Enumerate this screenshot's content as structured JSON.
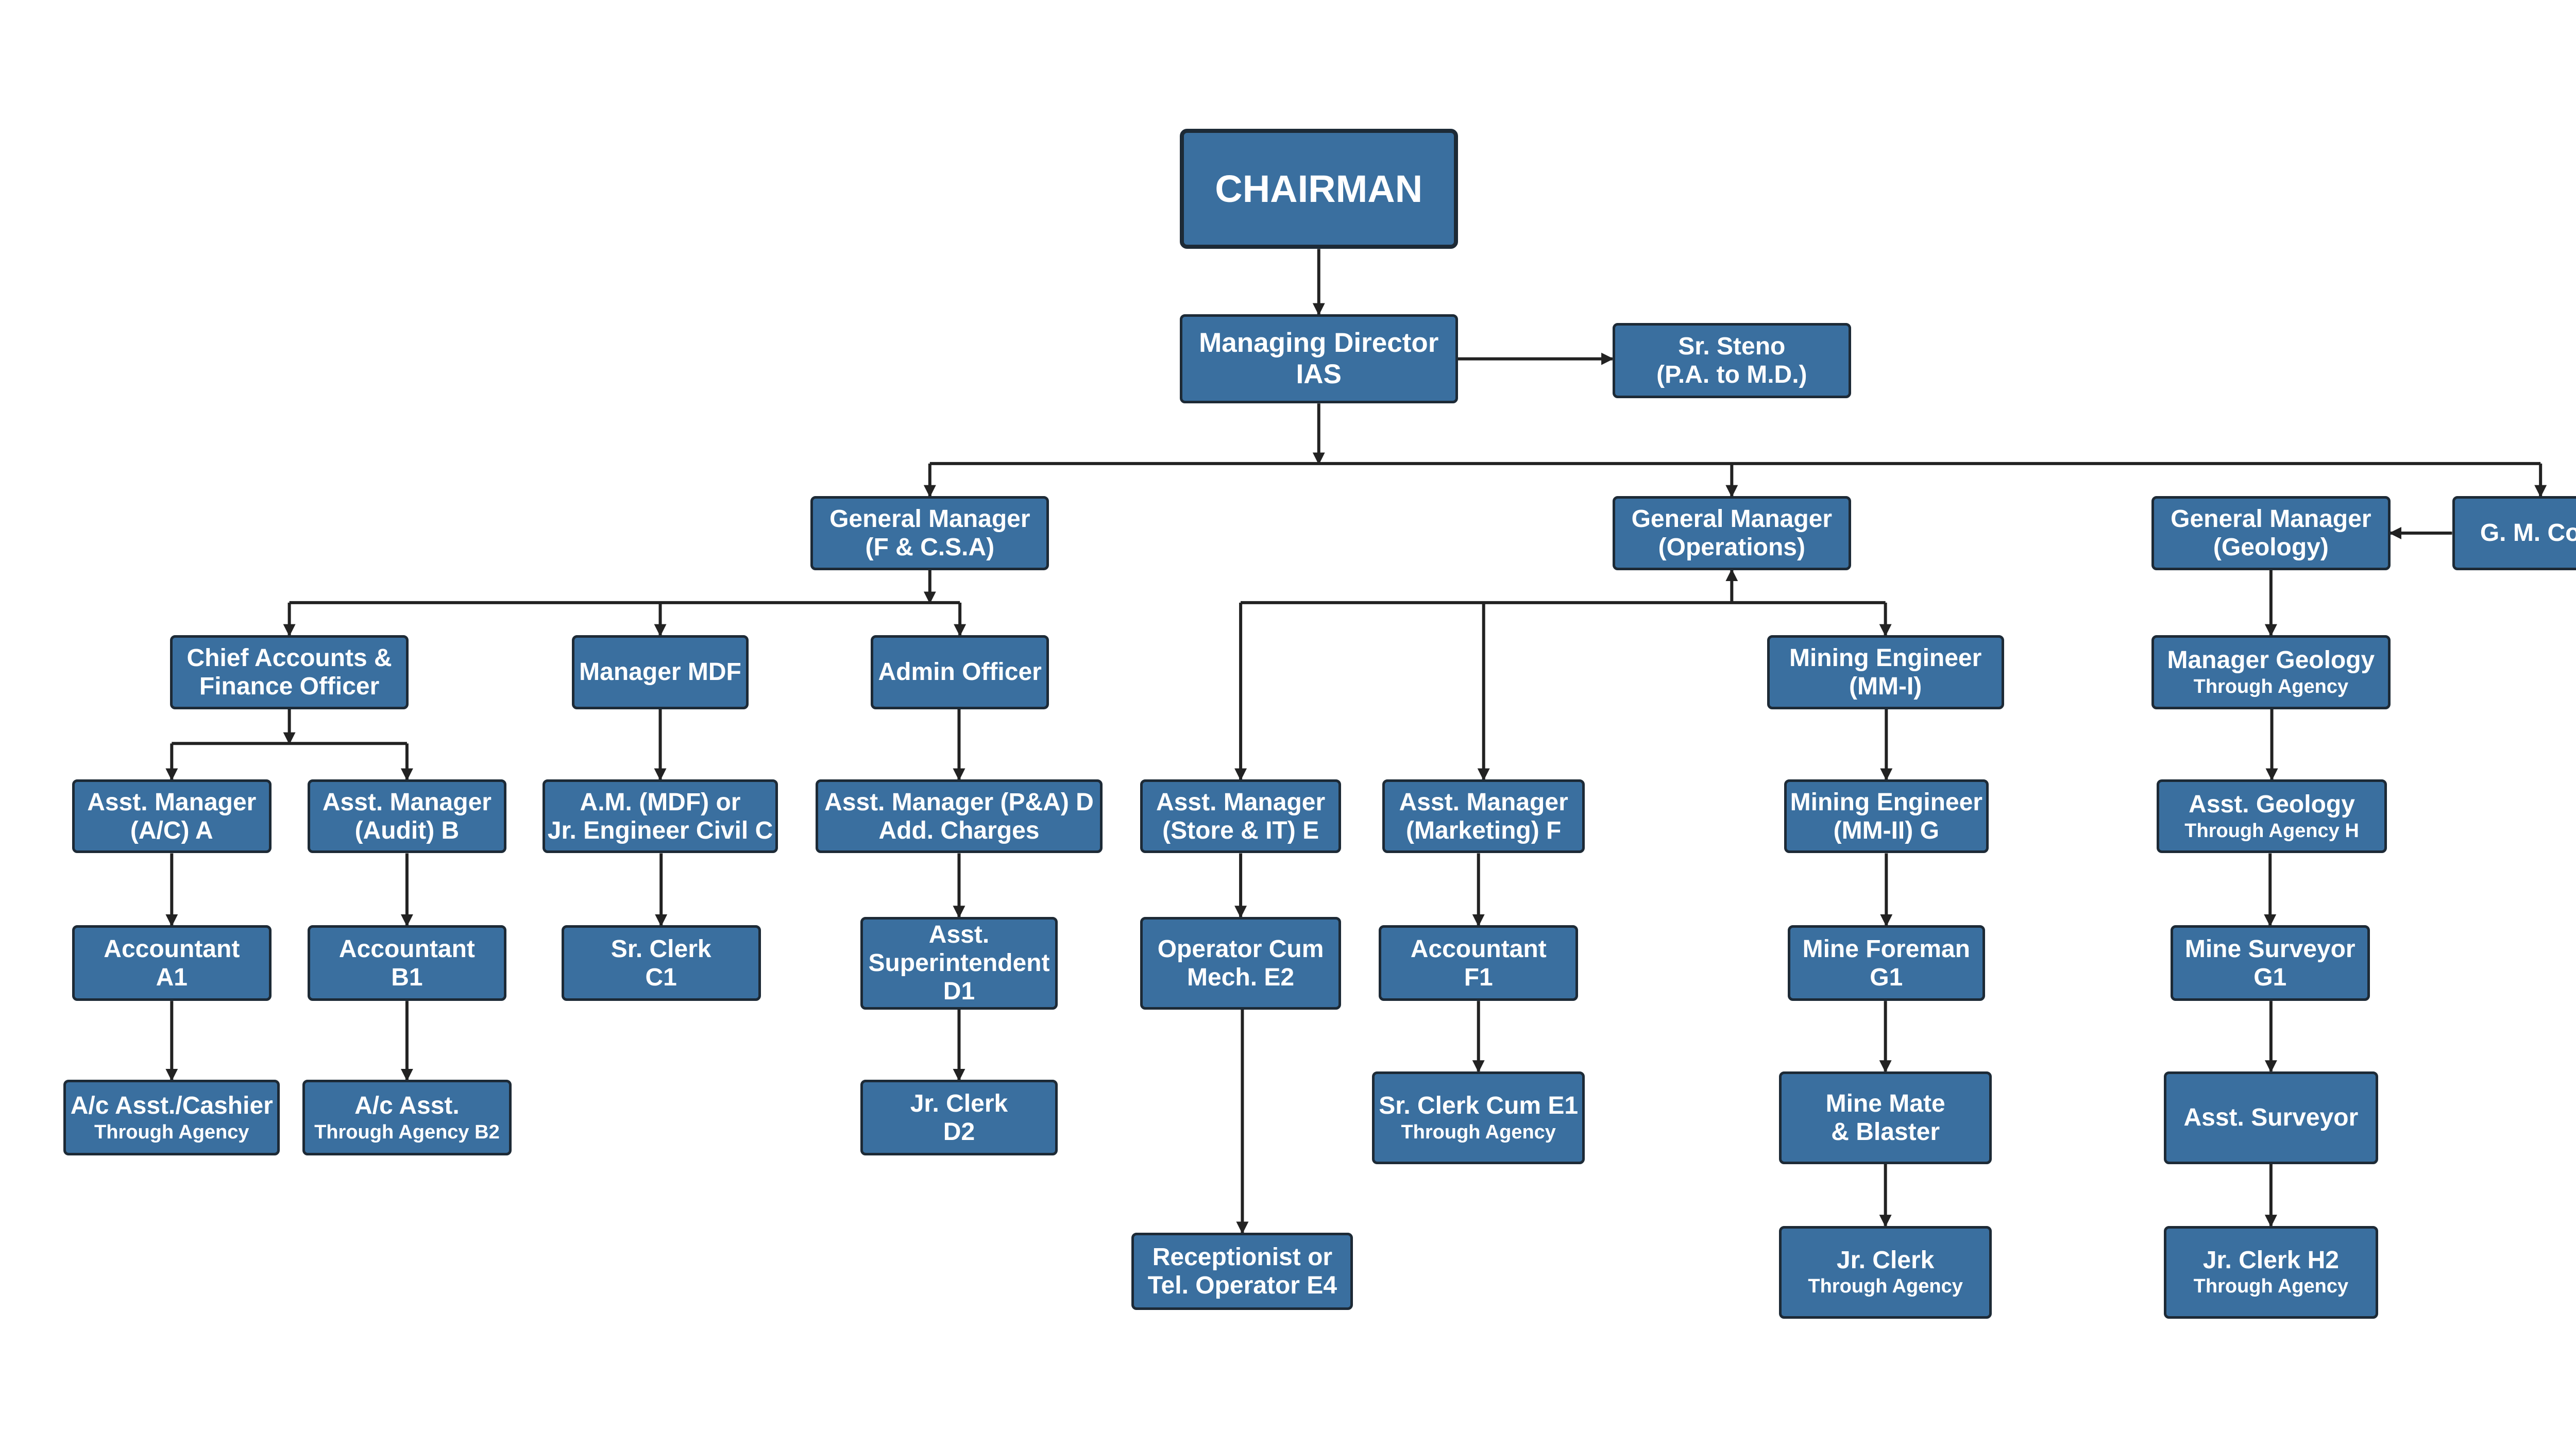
{
  "nodes": {
    "chairman": {
      "lines": [
        "CHAIRMAN"
      ]
    },
    "md": {
      "lines": [
        "Managing Director",
        "IAS"
      ]
    },
    "steno": {
      "lines": [
        "Sr. Steno",
        "(P.A. to M.D.)"
      ]
    },
    "gm_fcsa": {
      "lines": [
        "General Manager",
        "(F & C.S.A)"
      ]
    },
    "gm_ops": {
      "lines": [
        "General Manager",
        "(Operations)"
      ]
    },
    "gm_geo": {
      "lines": [
        "General Manager",
        "(Geology)"
      ]
    },
    "gm_coal": {
      "lines": [
        "G. M. Coal"
      ]
    },
    "cafo": {
      "lines": [
        "Chief Accounts &",
        "Finance Officer"
      ]
    },
    "mgr_mdf": {
      "lines": [
        "Manager MDF"
      ]
    },
    "admin": {
      "lines": [
        "Admin Officer"
      ]
    },
    "am_ac": {
      "lines": [
        "Asst. Manager",
        "(A/C) A"
      ]
    },
    "am_audit": {
      "lines": [
        "Asst. Manager",
        "(Audit) B"
      ]
    },
    "am_mdf": {
      "lines": [
        "A.M. (MDF) or",
        "Jr. Engineer Civil C"
      ]
    },
    "am_pa": {
      "lines": [
        "Asst. Manager (P&A) D",
        "Add. Charges"
      ]
    },
    "acc_a1": {
      "lines": [
        "Accountant",
        "A1"
      ]
    },
    "acc_b1": {
      "lines": [
        "Accountant",
        "B1"
      ]
    },
    "srclerk_c1": {
      "lines": [
        "Sr. Clerk",
        "C1"
      ]
    },
    "asst_supt": {
      "lines": [
        "Asst.",
        "Superintendent",
        "D1"
      ]
    },
    "ac_cashier": {
      "lines": [
        "A/c Asst./Cashier"
      ],
      "sub": "Through Agency"
    },
    "ac_asst": {
      "lines": [
        "A/c Asst."
      ],
      "sub": "Through Agency B2"
    },
    "jrclerk_d2": {
      "lines": [
        "Jr. Clerk",
        "D2"
      ]
    },
    "am_store": {
      "lines": [
        "Asst. Manager",
        "(Store & IT) E"
      ]
    },
    "am_mkt": {
      "lines": [
        "Asst. Manager",
        "(Marketing) F"
      ]
    },
    "me1": {
      "lines": [
        "Mining Engineer",
        "(MM-I)"
      ]
    },
    "me2": {
      "lines": [
        "Mining Engineer",
        "(MM-II) G"
      ]
    },
    "op_mech": {
      "lines": [
        "Operator Cum",
        "Mech. E2"
      ]
    },
    "acc_f1": {
      "lines": [
        "Accountant",
        "F1"
      ]
    },
    "mine_foreman": {
      "lines": [
        "Mine Foreman",
        "G1"
      ]
    },
    "srclerk_e1": {
      "lines": [
        "Sr. Clerk Cum E1"
      ],
      "sub": "Through Agency"
    },
    "mine_mate": {
      "lines": [
        "Mine Mate",
        "& Blaster"
      ]
    },
    "receptionist": {
      "lines": [
        "Receptionist or",
        "Tel. Operator E4"
      ]
    },
    "jrclerk_g": {
      "lines": [
        "Jr. Clerk"
      ],
      "sub": "Through Agency"
    },
    "mgr_geo": {
      "lines": [
        "Manager Geology"
      ],
      "sub": "Through Agency"
    },
    "asst_geo": {
      "lines": [
        "Asst. Geology"
      ],
      "sub": "Through Agency H"
    },
    "mine_surveyor": {
      "lines": [
        "Mine Surveyor",
        "G1"
      ]
    },
    "asst_surveyor": {
      "lines": [
        "Asst. Surveyor"
      ]
    },
    "jrclerk_h2": {
      "lines": [
        "Jr. Clerk H2"
      ],
      "sub": "Through Agency"
    }
  },
  "edges": [
    [
      "chairman",
      "md"
    ],
    [
      "md",
      "steno"
    ],
    [
      "md",
      "gm_fcsa"
    ],
    [
      "md",
      "gm_ops"
    ],
    [
      "md",
      "gm_coal"
    ],
    [
      "gm_coal",
      "gm_geo"
    ],
    [
      "gm_fcsa",
      "cafo"
    ],
    [
      "gm_fcsa",
      "mgr_mdf"
    ],
    [
      "gm_fcsa",
      "admin"
    ],
    [
      "cafo",
      "am_ac"
    ],
    [
      "cafo",
      "am_audit"
    ],
    [
      "am_ac",
      "acc_a1"
    ],
    [
      "acc_a1",
      "ac_cashier"
    ],
    [
      "am_audit",
      "acc_b1"
    ],
    [
      "acc_b1",
      "ac_asst"
    ],
    [
      "mgr_mdf",
      "am_mdf"
    ],
    [
      "am_mdf",
      "srclerk_c1"
    ],
    [
      "admin",
      "am_pa"
    ],
    [
      "am_pa",
      "asst_supt"
    ],
    [
      "asst_supt",
      "jrclerk_d2"
    ],
    [
      "gm_ops",
      "am_store"
    ],
    [
      "gm_ops",
      "am_mkt"
    ],
    [
      "gm_ops",
      "me1"
    ],
    [
      "am_store",
      "op_mech"
    ],
    [
      "op_mech",
      "receptionist"
    ],
    [
      "am_mkt",
      "acc_f1"
    ],
    [
      "acc_f1",
      "srclerk_e1"
    ],
    [
      "me1",
      "me2"
    ],
    [
      "me2",
      "mine_foreman"
    ],
    [
      "mine_foreman",
      "mine_mate"
    ],
    [
      "mine_mate",
      "jrclerk_g"
    ],
    [
      "gm_geo",
      "mgr_geo"
    ],
    [
      "mgr_geo",
      "asst_geo"
    ],
    [
      "asst_geo",
      "mine_surveyor"
    ],
    [
      "mine_surveyor",
      "asst_surveyor"
    ],
    [
      "asst_surveyor",
      "jrclerk_h2"
    ]
  ]
}
